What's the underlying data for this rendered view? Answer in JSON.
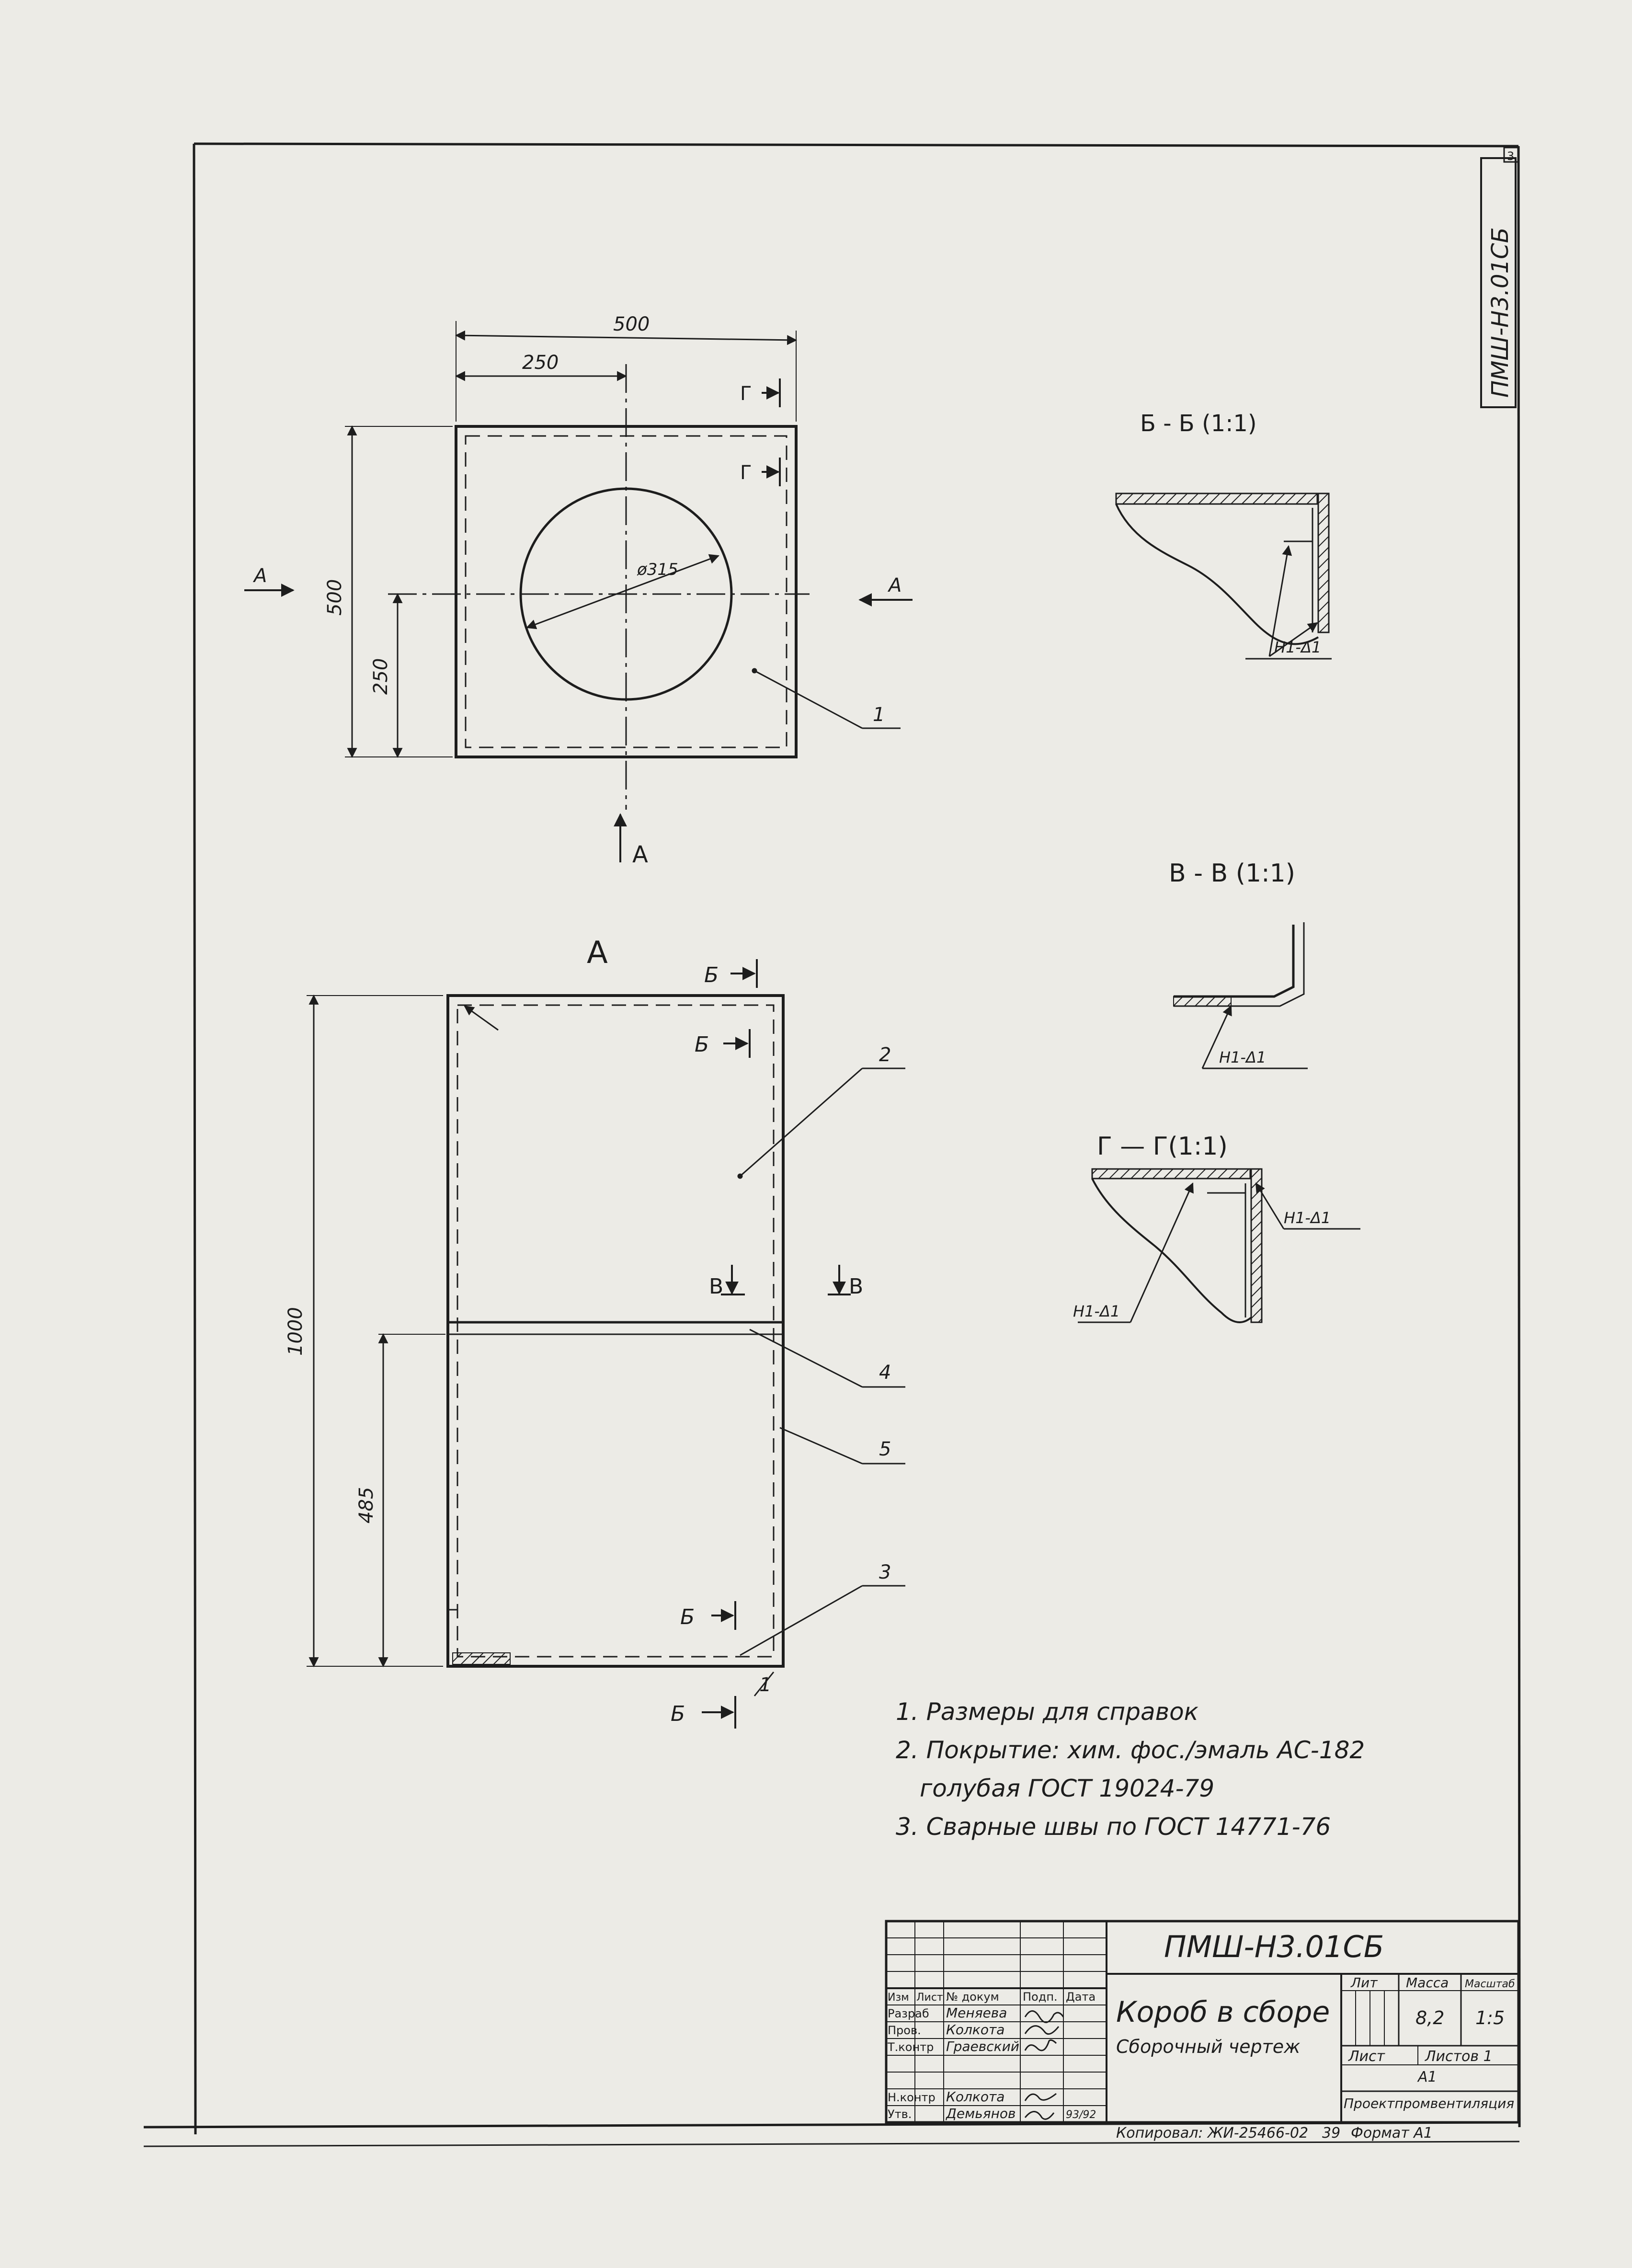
{
  "document": {
    "designation_vertical": "ПМШ-Н3.01СБ",
    "sheet_no": "3"
  },
  "top_view": {
    "dim_width": "500",
    "dim_half_width": "250",
    "dim_height": "500",
    "dim_half_height": "250",
    "diameter": "ø315",
    "view_arrow_left": "A",
    "view_arrow_right": "A",
    "view_arrow_bottom": "A",
    "cut_top": "Г",
    "cut_second": "Г",
    "leader": "1"
  },
  "front_view": {
    "title": "A",
    "dim_height": "1000",
    "dim_lower": "485",
    "cut_b_top_1": "Б",
    "cut_b_top_2": "Б",
    "cut_b_bottom_1": "Б",
    "cut_b_bottom_2": "Б",
    "cut_v_left": "В",
    "cut_v_right": "В",
    "leader_2": "2",
    "leader_3": "3",
    "leader_4": "4",
    "leader_5": "5",
    "leader_1": "1"
  },
  "sections": {
    "bb_title": "Б - Б (1:1)",
    "bb_weld": "Н1-Δ1",
    "vv_title": "В - В (1:1)",
    "vv_weld": "Н1-Δ1",
    "gg_title": "Г — Г(1:1)",
    "gg_weld_1": "Н1-Δ1",
    "gg_weld_2": "Н1-Δ1"
  },
  "notes": [
    "1. Размеры  для справок",
    "2. Покрытие:  хим. фос./эмаль  АС-182",
    "голубая  ГОСТ 19024-79",
    "3. Сварные   швы  по ГОСТ 14771-76"
  ],
  "title_block": {
    "designation": "ПМШ-Н3.01СБ",
    "name": "Короб в сборе",
    "doc_type": "Сборочный чертеж",
    "col_lit": "Лит",
    "col_mass": "Масса",
    "col_scale": "Масштаб",
    "mass": "8,2",
    "scale": "1:5",
    "sheet_label": "Лист",
    "sheets_label": "Листов 1",
    "format_code": "А1",
    "org": "Проектпромвентиляция",
    "header_izm": "Изм",
    "header_list": "Лист",
    "header_doc": "№ докум",
    "header_sign": "Подп.",
    "header_date": "Дата",
    "role_1": "Разраб",
    "name_1": "Меняева",
    "role_2": "Пров.",
    "name_2": "Колкота",
    "role_3": "Т.контр",
    "name_3": "Граевский",
    "role_4": "Н.контр",
    "name_4": "Колкота",
    "role_5": "Утв.",
    "name_5": "Демьянов",
    "date_5": "93/92",
    "copied": "Копировал: ЖИ-25466-02",
    "copied_no": "39",
    "format": "Формат А1"
  }
}
